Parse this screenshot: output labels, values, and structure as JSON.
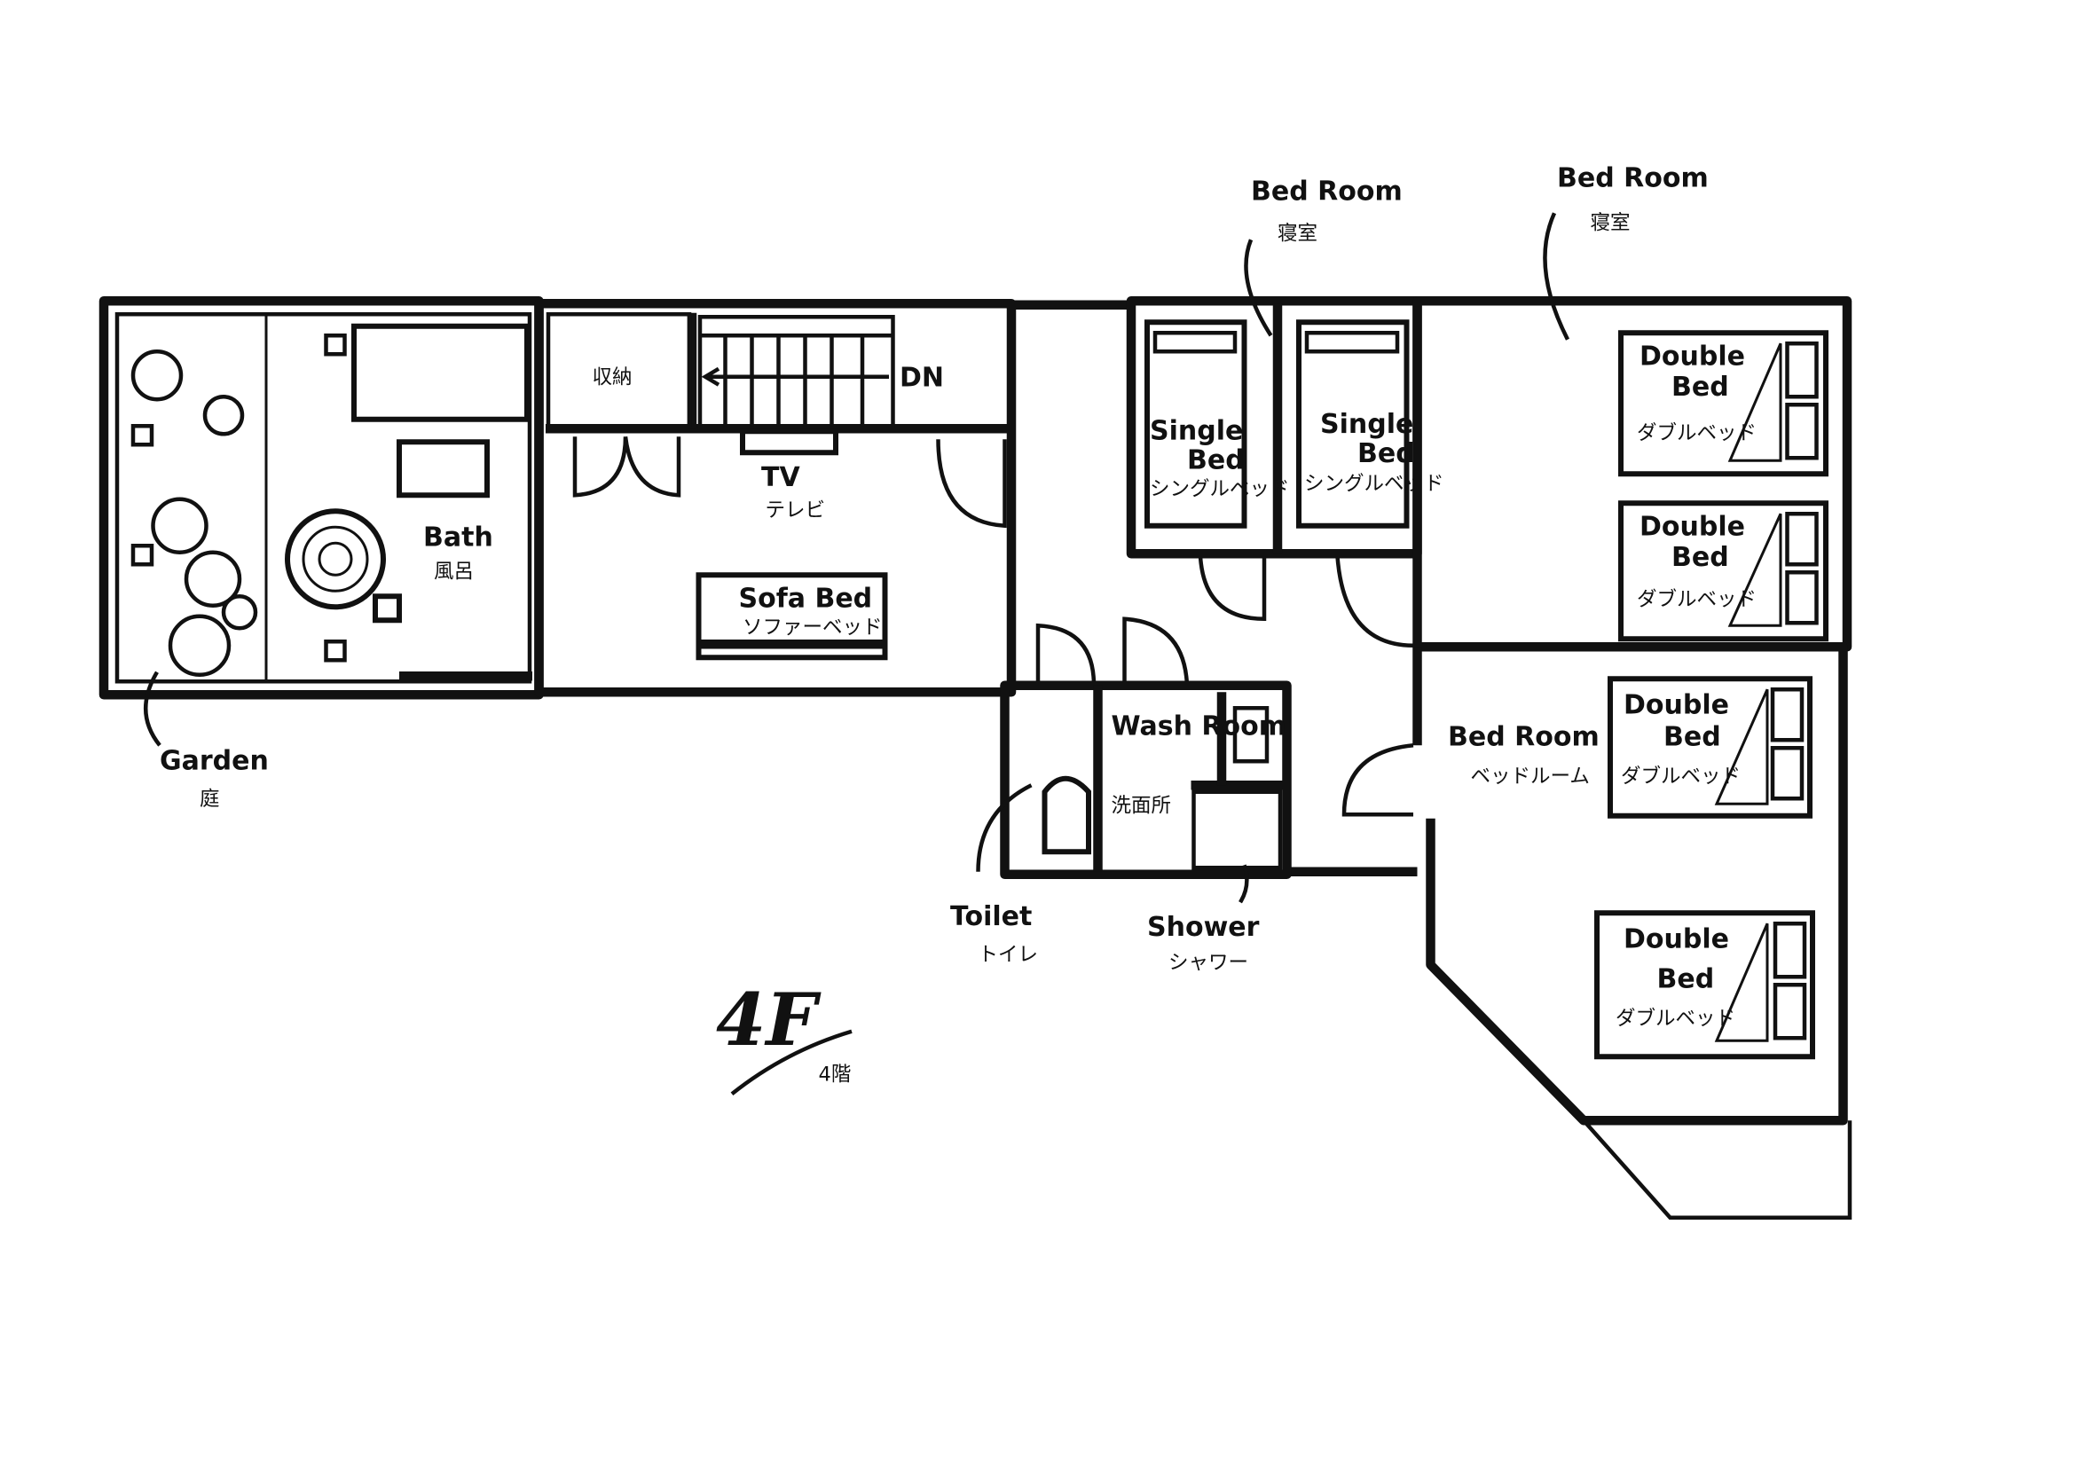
{
  "floor": {
    "label": "4F",
    "label_jp": "4階"
  },
  "rooms": {
    "garden": {
      "en": "Garden",
      "jp": "庭"
    },
    "bath": {
      "en": "Bath",
      "jp": "風呂"
    },
    "storage": {
      "jp": "収納"
    },
    "stairs": {
      "direction": "DN"
    },
    "tv": {
      "en": "TV",
      "jp": "テレビ"
    },
    "sofa_bed": {
      "en": "Sofa Bed",
      "jp": "ソファーベッド"
    },
    "bedroom_single": {
      "en": "Bed Room",
      "jp": "寝室"
    },
    "bedroom_double": {
      "en": "Bed Room",
      "jp": "寝室"
    },
    "bedroom_lower": {
      "en": "Bed Room",
      "jp": "ベッドルーム"
    },
    "wash_room": {
      "en": "Wash Room",
      "jp": "洗面所"
    },
    "toilet": {
      "en": "Toilet",
      "jp": "トイレ"
    },
    "shower": {
      "en": "Shower",
      "jp": "シャワー"
    }
  },
  "beds": {
    "single": {
      "en1": "Single",
      "en2": "Bed",
      "jp": "シングルベッド"
    },
    "double": {
      "en1": "Double",
      "en2": "Bed",
      "jp": "ダブルベッド"
    }
  }
}
